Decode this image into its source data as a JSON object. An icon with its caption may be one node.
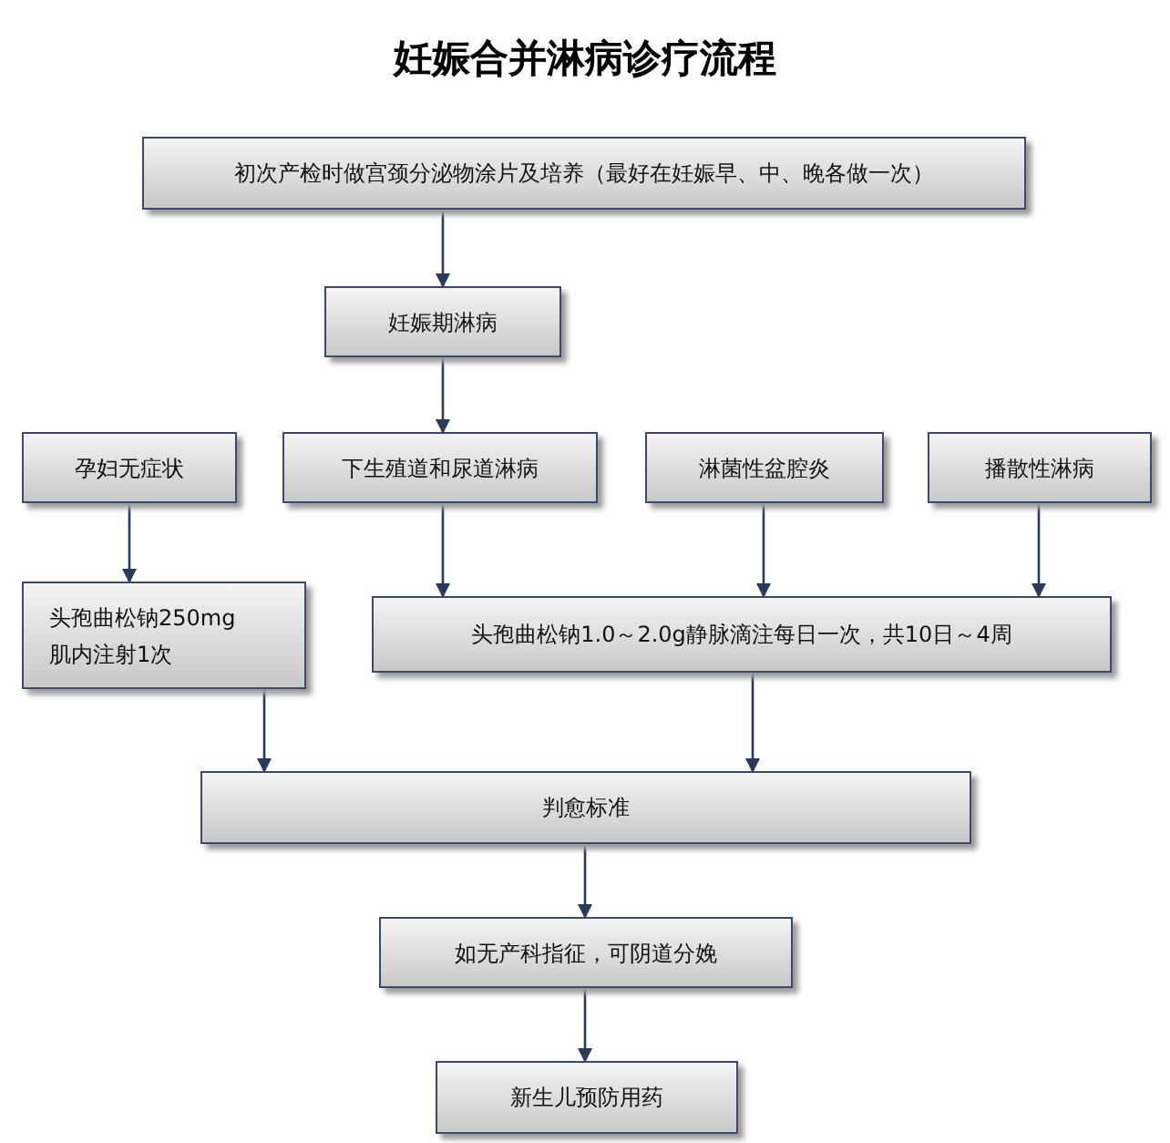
{
  "diagram": {
    "title": "妊娠合并淋病诊疗流程",
    "nodes": [
      {
        "text": [
          "初次产检时做宫颈分泌物涂片及培养（最好在妊娠早、中、晚各做一次）"
        ]
      },
      {
        "text": [
          "妊娠期淋病"
        ]
      },
      {
        "text": [
          "孕妇无症状"
        ]
      },
      {
        "text": [
          "下生殖道和尿道淋病"
        ]
      },
      {
        "text": [
          "淋菌性盆腔炎"
        ]
      },
      {
        "text": [
          "播散性淋病"
        ]
      },
      {
        "text": [
          "头孢曲松钠250mg肌内注射1次"
        ]
      },
      {
        "text": [
          "头孢曲松钠1.0～2.0g静脉滴注每日一次，共10日～4周"
        ]
      },
      {
        "text": [
          "判愈标准"
        ]
      },
      {
        "text": [
          "如无产科指征，可阴道分娩"
        ]
      },
      {
        "text": [
          "新生儿预防用药"
        ]
      }
    ],
    "edges": [
      {
        "from": 0,
        "to": 1,
        "arrow": "to"
      },
      {
        "from": 1,
        "to": 3,
        "arrow": "to"
      },
      {
        "from": 2,
        "to": 6,
        "arrow": "to"
      },
      {
        "from": 3,
        "to": 7,
        "arrow": "to"
      },
      {
        "from": 4,
        "to": 7,
        "arrow": "to"
      },
      {
        "from": 5,
        "to": 7,
        "arrow": "to"
      },
      {
        "from": 6,
        "to": 8,
        "arrow": "to"
      },
      {
        "from": 7,
        "to": 8,
        "arrow": "to"
      },
      {
        "from": 8,
        "to": 9,
        "arrow": "to"
      },
      {
        "from": 9,
        "to": 10,
        "arrow": "to"
      }
    ]
  }
}
